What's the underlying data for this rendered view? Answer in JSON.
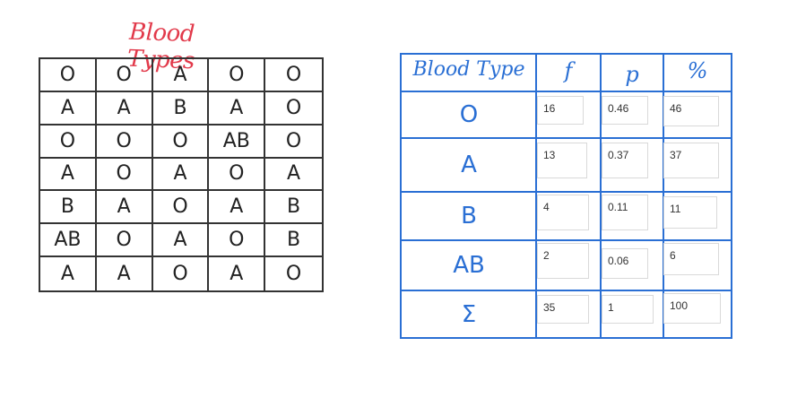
{
  "raw": {
    "title": "Blood Types",
    "rows": [
      [
        "O",
        "O",
        "A",
        "O",
        "O"
      ],
      [
        "A",
        "A",
        "B",
        "A",
        "O"
      ],
      [
        "O",
        "O",
        "O",
        "AB",
        "O"
      ],
      [
        "A",
        "O",
        "A",
        "O",
        "A"
      ],
      [
        "B",
        "A",
        "O",
        "A",
        "B"
      ],
      [
        "AB",
        "O",
        "A",
        "O",
        "B"
      ],
      [
        "A",
        "A",
        "O",
        "A",
        "O"
      ]
    ]
  },
  "freq": {
    "headers": {
      "type": "Blood Type",
      "f": "f",
      "p": "p",
      "pct": "%"
    },
    "rows": [
      {
        "label": "O",
        "f": "16",
        "p": "0.46",
        "pct": "46"
      },
      {
        "label": "A",
        "f": "13",
        "p": "0.37",
        "pct": "37"
      },
      {
        "label": "B",
        "f": "4",
        "p": "0.11",
        "pct": "11"
      },
      {
        "label": "AB",
        "f": "2",
        "p": "0.06",
        "pct": "6"
      },
      {
        "label": "Σ",
        "f": "35",
        "p": "1",
        "pct": "100"
      }
    ]
  }
}
